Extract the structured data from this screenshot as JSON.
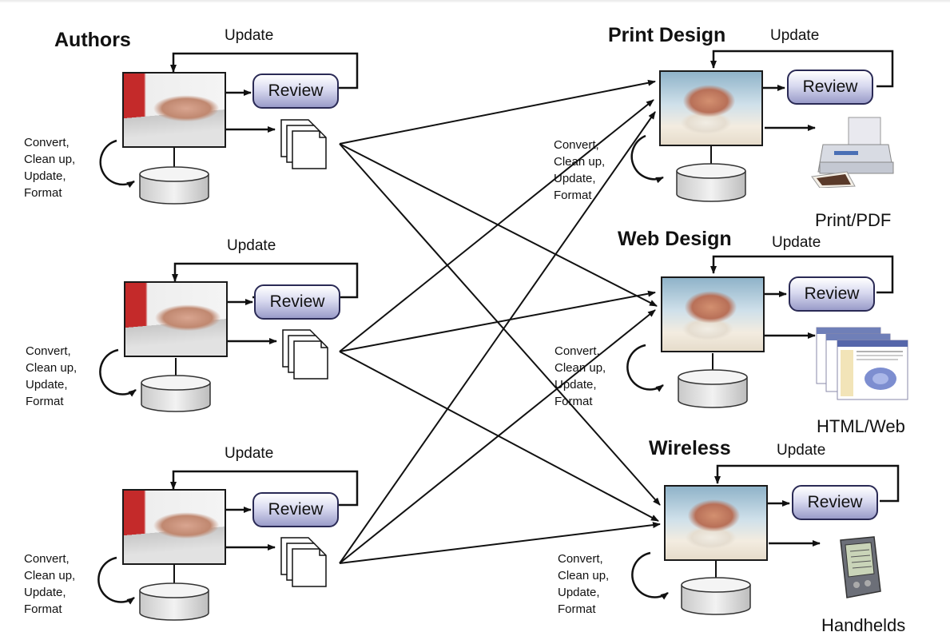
{
  "authors": {
    "heading": "Authors",
    "update_label": "Update",
    "review_label": "Review",
    "steps": [
      "Convert,",
      "Clean up,",
      "Update,",
      "Format"
    ]
  },
  "targets": [
    {
      "heading": "Print Design",
      "update_label": "Update",
      "review_label": "Review",
      "output_label": "Print/PDF",
      "output_icon": "printer-icon"
    },
    {
      "heading": "Web Design",
      "update_label": "Update",
      "review_label": "Review",
      "output_label": "HTML/Web",
      "output_icon": "web-pages-icon"
    },
    {
      "heading": "Wireless",
      "update_label": "Update",
      "review_label": "Review",
      "output_label": "Handhelds",
      "output_icon": "handheld-icon"
    }
  ],
  "steps": [
    "Convert,",
    "Clean up,",
    "Update,",
    "Format"
  ],
  "colors": {
    "review_gradient_top": "#ffffff",
    "review_gradient_bottom": "#9a9cc9",
    "review_border": "#2a2a55",
    "author_sleeve": "#c42a2a",
    "line": "#111111"
  }
}
